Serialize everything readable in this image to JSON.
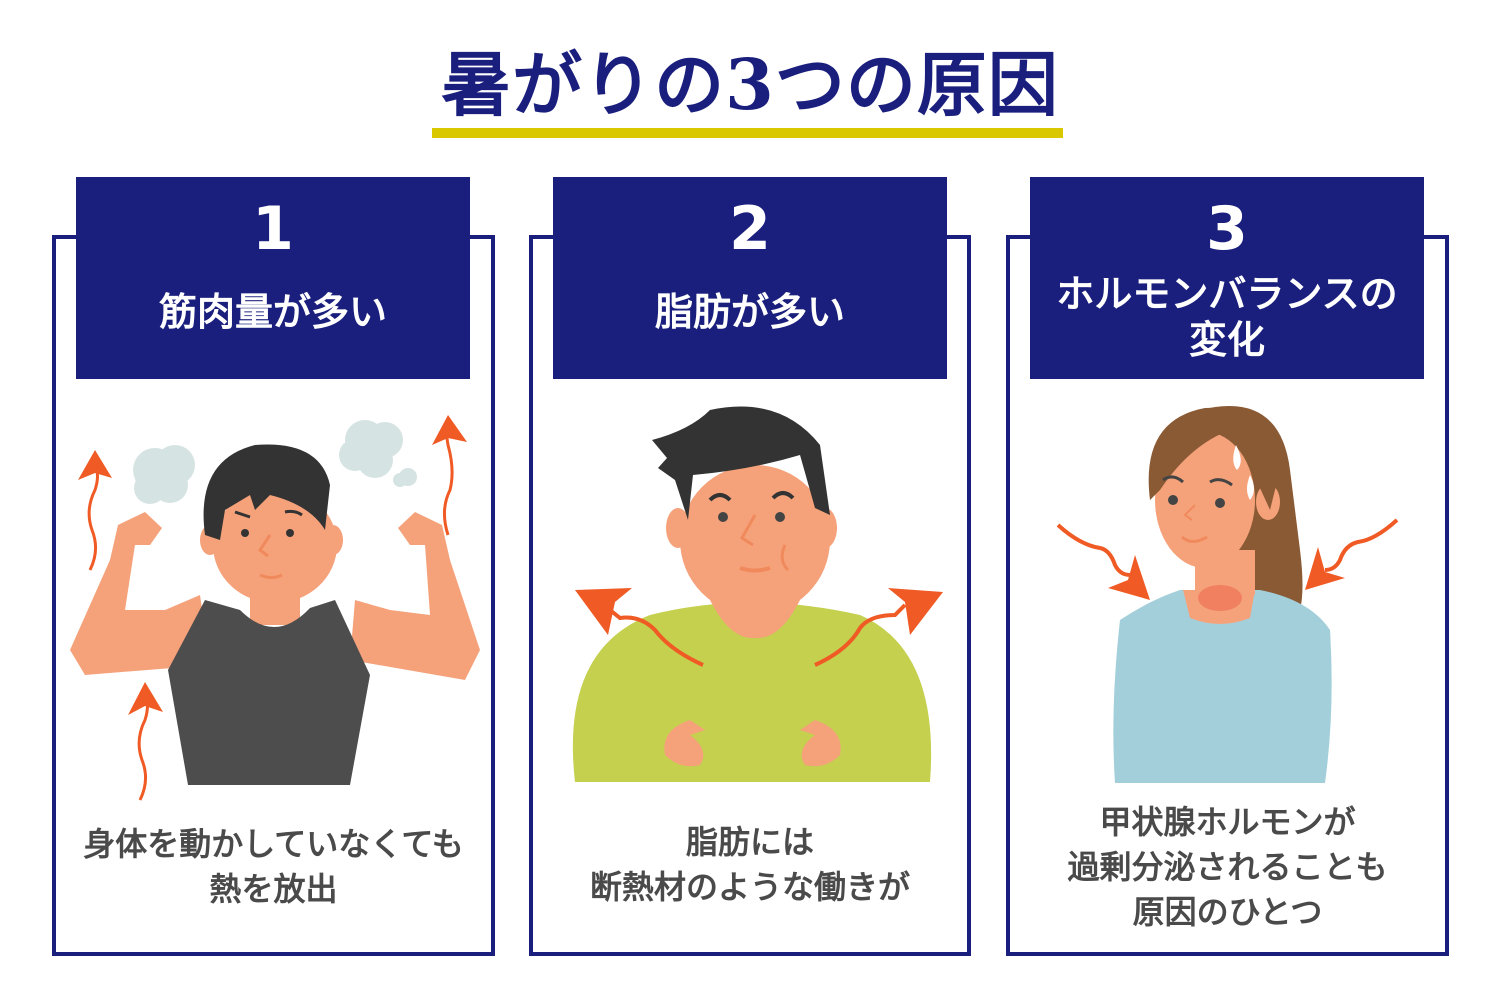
{
  "title": "暑がりの3つの原因",
  "colors": {
    "navy": "#1a1f7d",
    "accent_bar": "#d9c700",
    "arrow": "#f05a24",
    "text": "#4a4a4a"
  },
  "cards": [
    {
      "number": "1",
      "heading": "筋肉量が多い",
      "illustration": "muscular-man-flexing-icon",
      "description": "身体を動かしていなくても\n熱を放出"
    },
    {
      "number": "2",
      "heading": "脂肪が多い",
      "illustration": "chubby-man-icon",
      "description": "脂肪には\n断熱材のような働きが"
    },
    {
      "number": "3",
      "heading": "ホルモンバランスの\n変化",
      "illustration": "sweating-woman-thyroid-icon",
      "description": "甲状腺ホルモンが\n過剰分泌されることも\n原因のひとつ"
    }
  ]
}
